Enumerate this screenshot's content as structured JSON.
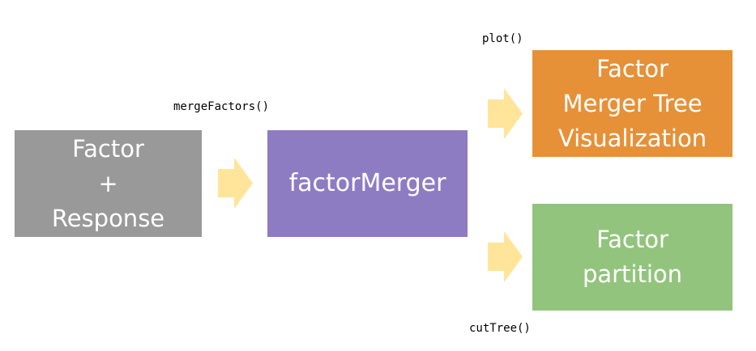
{
  "colors": {
    "input_box": "#999999",
    "merger_box": "#8e7cc3",
    "visualization_box": "#e69138",
    "partition_box": "#93c47d",
    "arrow": "#ffe599"
  },
  "nodes": {
    "input": {
      "lines": [
        "Factor",
        "+",
        "Response"
      ]
    },
    "merger": {
      "label": "factorMerger"
    },
    "visualization": {
      "lines": [
        "Factor",
        "Merger Tree",
        "Visualization"
      ]
    },
    "partition": {
      "lines": [
        "Factor",
        "partition"
      ]
    }
  },
  "edges": {
    "merge_label": "mergeFactors()",
    "plot_label": "plot()",
    "cut_label": "cutTree()"
  }
}
